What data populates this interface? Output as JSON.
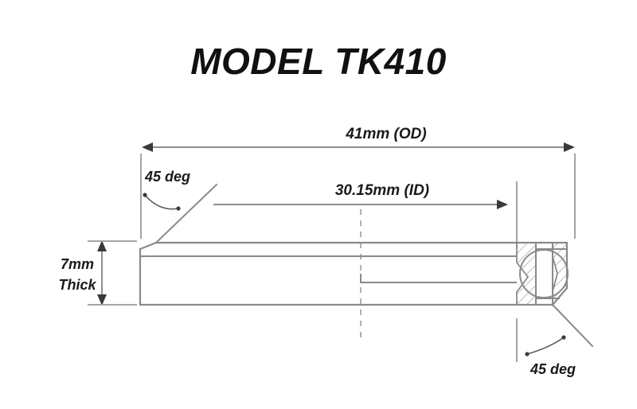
{
  "drawing": {
    "title": "MODEL TK410",
    "background_color": "#ffffff",
    "line_color": "#8a8a8a",
    "text_color": "#1a1a1a",
    "centerline_color": "#b0b0b0",
    "dimensions": {
      "outer_diameter": {
        "label": "41mm (OD)",
        "value": 41,
        "unit": "mm",
        "type": "OD"
      },
      "inner_diameter": {
        "label": "30.15mm (ID)",
        "value": 30.15,
        "unit": "mm",
        "type": "ID"
      },
      "thickness": {
        "label_line1": "7mm",
        "label_line2": "Thick",
        "value": 7,
        "unit": "mm"
      },
      "chamfer_top_left": {
        "label": "45 deg",
        "value": 45,
        "unit": "deg"
      },
      "chamfer_bottom_right": {
        "label": "45 deg",
        "value": 45,
        "unit": "deg"
      }
    },
    "icons": {
      "arrow_left": "arrow-left-icon",
      "arrow_right": "arrow-right-icon",
      "arrow_up": "arrow-up-icon",
      "arrow_down": "arrow-down-icon",
      "leader": "leader-arrow-icon"
    }
  }
}
